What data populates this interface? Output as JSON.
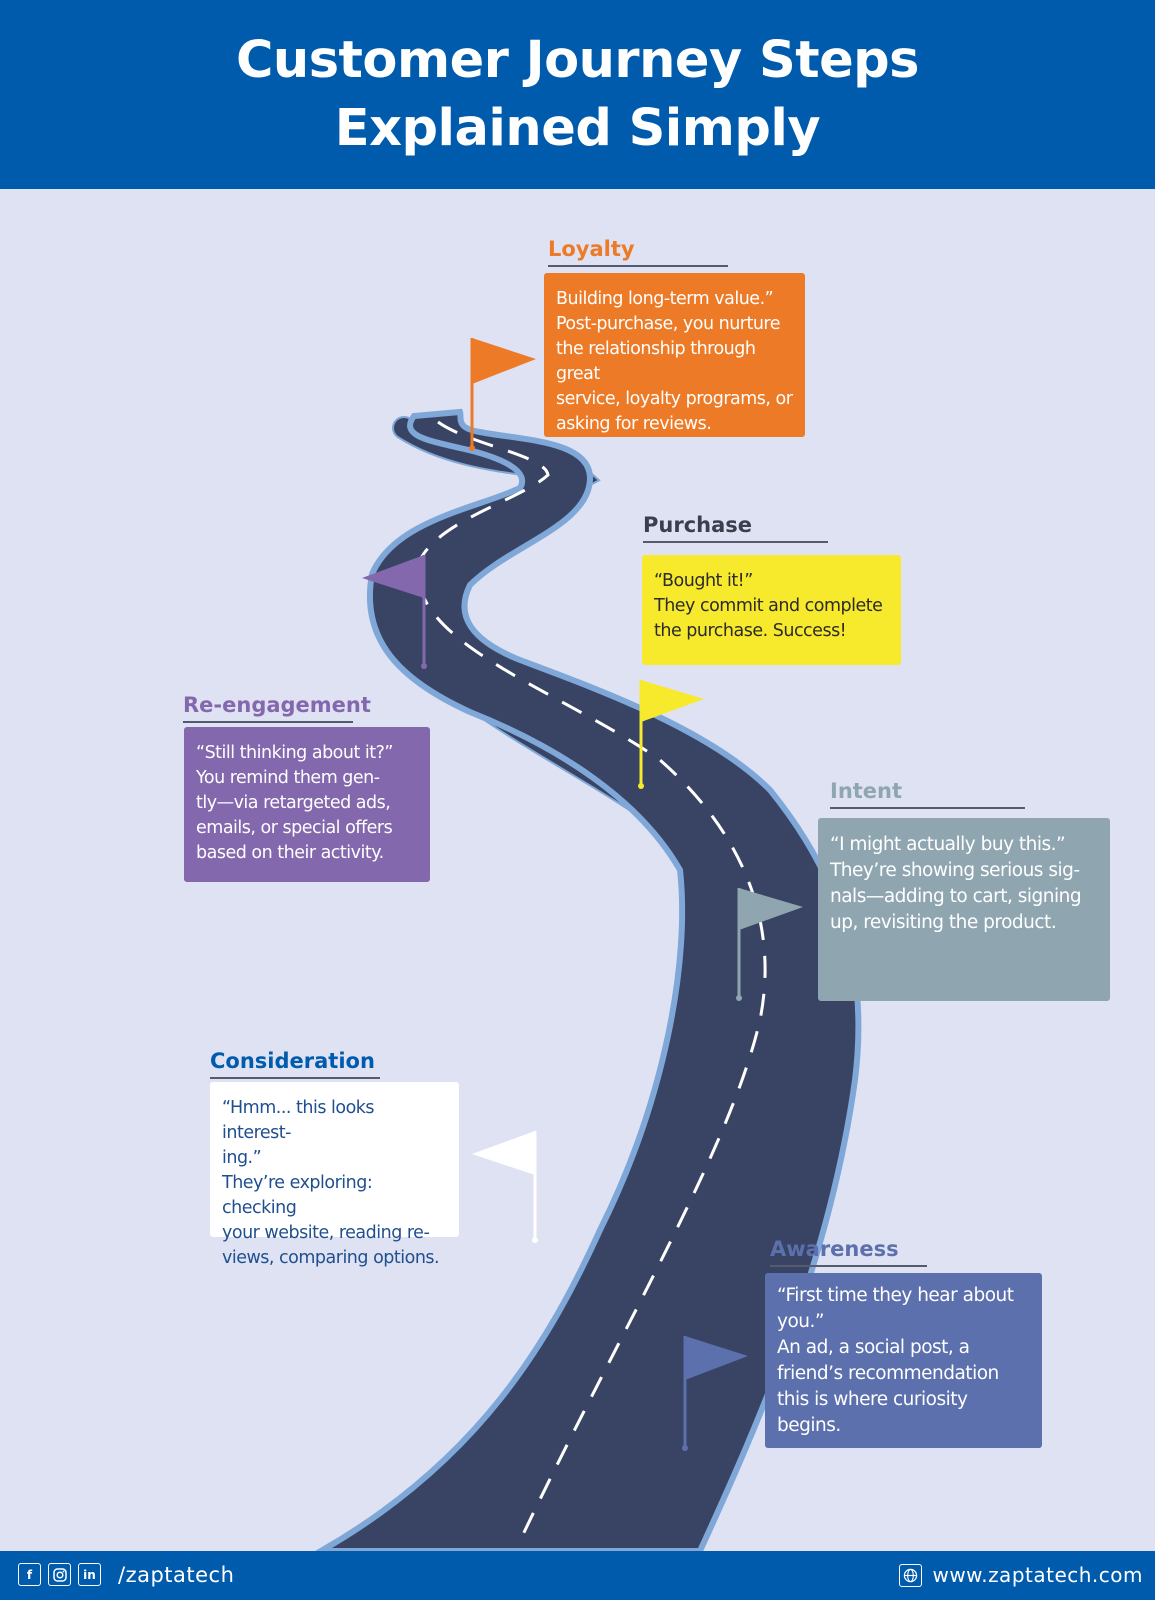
{
  "header": {
    "title_line1": "Customer Journey Steps",
    "title_line2": "Explained Simply"
  },
  "stages": {
    "loyalty": {
      "title": "Loyalty",
      "color": "#ec7a26",
      "lines": [
        "Building long-term value.”",
        "Post-purchase, you nurture",
        "the relationship through great",
        "service, loyalty programs, or",
        "asking for reviews."
      ]
    },
    "purchase": {
      "title": "Purchase",
      "color": "#f7e92b",
      "lines": [
        "“Bought it!”",
        "They commit and complete",
        "the purchase. Success!"
      ]
    },
    "reengagement": {
      "title": "Re-engagement",
      "color": "#8468ad",
      "lines": [
        "“Still thinking about it?”",
        "You remind them gen-",
        "tly—via retargeted ads,",
        "emails, or special offers",
        "based on their activity."
      ]
    },
    "intent": {
      "title": "Intent",
      "color": "#8fa6b1",
      "lines": [
        "“I might actually buy this.”",
        "They’re showing serious sig-",
        "nals—adding to cart, signing",
        "up, revisiting the product."
      ]
    },
    "consideration": {
      "title": "Consideration",
      "color": "#ffffff",
      "lines": [
        "“Hmm... this looks interest-",
        "ing.”",
        "They’re exploring: checking",
        "your website, reading re-",
        "views, comparing options."
      ]
    },
    "awareness": {
      "title": "Awareness",
      "color": "#5b70ad",
      "lines": [
        "“First time they hear about",
        "you.”",
        "An ad, a social post, a",
        "friend’s recommendation",
        "this is where curiosity",
        "begins."
      ]
    }
  },
  "footer": {
    "social_icons": [
      "facebook-icon",
      "instagram-icon",
      "linkedin-icon"
    ],
    "handle": "/zaptatech",
    "website": "www.zaptatech.com"
  },
  "colors": {
    "brand_blue": "#005bac",
    "background": "#dfe2f3",
    "road": "#394464",
    "road_edge": "#7fa8d8"
  }
}
